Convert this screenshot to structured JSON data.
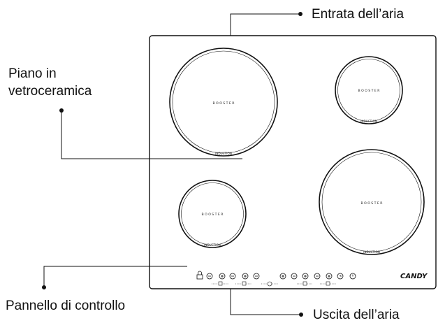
{
  "labels": {
    "air_inlet": "Entrata dell’aria",
    "glass_top_line1": "Piano in",
    "glass_top_line2": "vetroceramica",
    "control_panel": "Pannello di controllo",
    "air_outlet": "Uscita dell’aria"
  },
  "zones": {
    "top_left": {
      "boost_text": "B O O S T E R",
      "ring_text": "INDUCTION"
    },
    "top_right": {
      "boost_text": "B O O S T E R",
      "ring_text": "INDUCTION"
    },
    "bottom_left": {
      "boost_text": "B O O S T E R",
      "ring_text": "INDUCTION"
    },
    "bottom_right": {
      "boost_text": "B O O S T E R",
      "ring_text": "INDUCTION"
    }
  },
  "brand": "CANDY",
  "icons": [
    "lock-icon",
    "minus-icon",
    "plus-icon",
    "timer-icon",
    "power-icon"
  ]
}
